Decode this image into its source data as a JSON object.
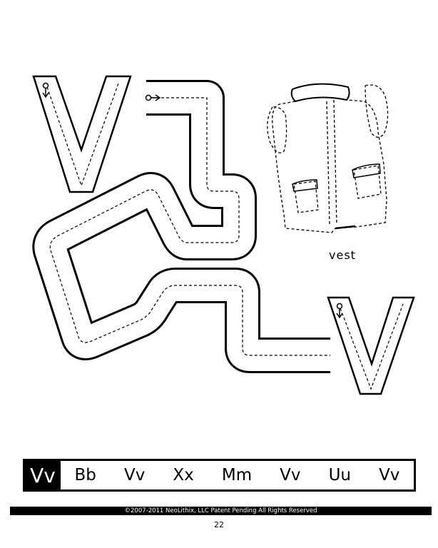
{
  "illustration": {
    "caption": "vest"
  },
  "letter_strip": {
    "target": "Vv",
    "items": [
      "Bb",
      "Vv",
      "Xx",
      "Mm",
      "Vv",
      "Uu",
      "Vv"
    ]
  },
  "footer": {
    "copyright": "©2007-2011 NeoLithix, LLC  Patent Pending  All Rights Reserved",
    "page_number": "22"
  }
}
